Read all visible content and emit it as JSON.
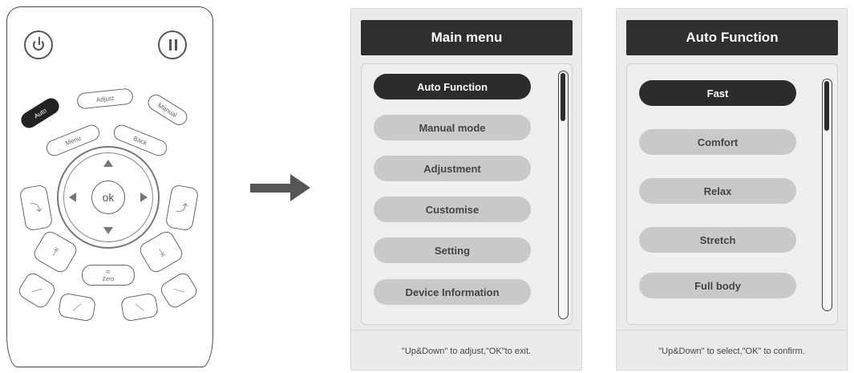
{
  "remote": {
    "ok_label": "ok",
    "buttons": {
      "auto": "Auto",
      "adjust": "Adjust",
      "manual": "Manual",
      "menu": "Menu",
      "back": "Back",
      "zero": "Zero"
    }
  },
  "main_menu": {
    "title": "Main menu",
    "items": [
      "Auto Function",
      "Manual mode",
      "Adjustment",
      "Customise",
      "Setting",
      "Device Information"
    ],
    "selected": "Auto Function",
    "footer": "\"Up&Down\" to adjust,\"OK\"to exit."
  },
  "auto_function": {
    "title": "Auto Function",
    "items": [
      "Fast",
      "Comfort",
      "Relax",
      "Stretch",
      "Full body"
    ],
    "selected": "Fast",
    "footer": "\"Up&Down\" to select,\"OK\" to confirm."
  },
  "colors": {
    "header_bg": "#2f2f2f",
    "selected_item": "#2c2c2c",
    "item_bg": "#c9c9c9",
    "panel_bg": "#ebebeb"
  }
}
